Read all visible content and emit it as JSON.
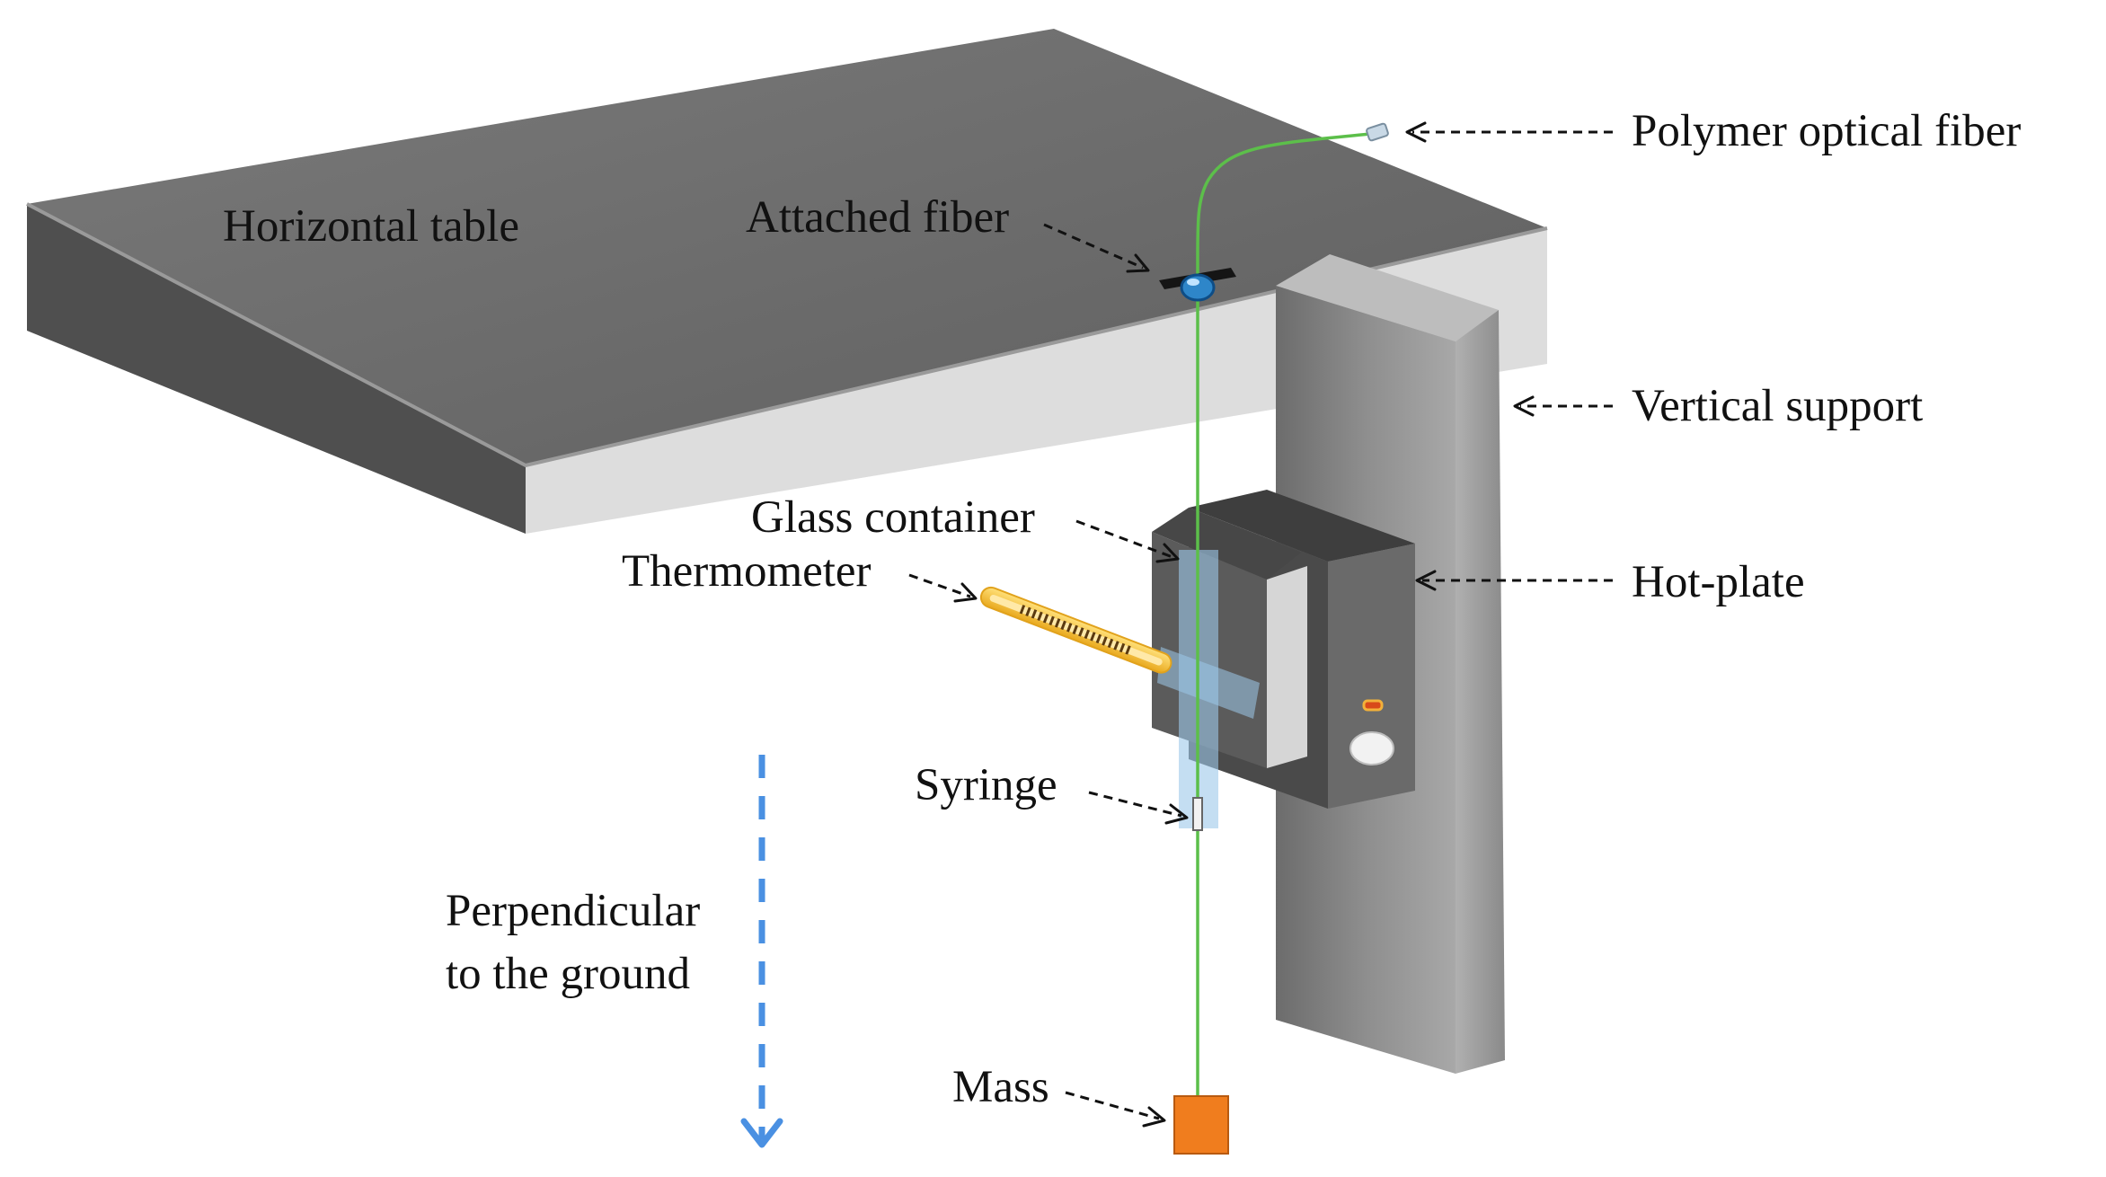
{
  "labels": {
    "horizontal_table": "Horizontal table",
    "attached_fiber": "Attached fiber",
    "polymer_optical_fiber": "Polymer optical fiber",
    "vertical_support": "Vertical support",
    "glass_container": "Glass container",
    "thermometer": "Thermometer",
    "hot_plate": "Hot-plate",
    "syringe": "Syringe",
    "perpendicular_line1": "Perpendicular",
    "perpendicular_line2": "to the ground",
    "mass": "Mass"
  },
  "colors": {
    "table_top": "#6e6e6e",
    "table_front": "#5a5a5a",
    "table_side": "#dcdcdc",
    "support": "#8c8c8c",
    "hot_plate": "#5e5e5e",
    "fiber": "#5cbf4a",
    "glass": "#9cc8ea",
    "thermometer": "#f3c23c",
    "mass": "#f07d1e",
    "direction_arrow": "#4a90e2"
  }
}
